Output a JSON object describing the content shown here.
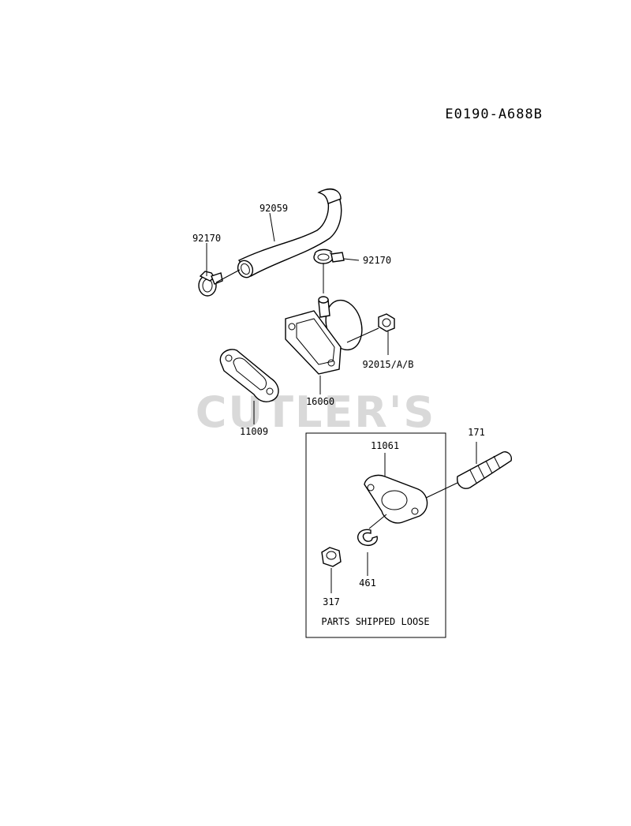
{
  "diagram_code": "E0190-A688B",
  "watermark": "CUTLER'S",
  "parts": [
    {
      "id": "hose",
      "label": "92059"
    },
    {
      "id": "clamp-left",
      "label": "92170"
    },
    {
      "id": "clamp-right",
      "label": "92170"
    },
    {
      "id": "nut-flange",
      "label": "92015/A/B"
    },
    {
      "id": "bracket",
      "label": "16060"
    },
    {
      "id": "gasket",
      "label": "11009"
    },
    {
      "id": "stud",
      "label": "171"
    },
    {
      "id": "loose-gasket",
      "label": "11061"
    },
    {
      "id": "nut",
      "label": "317"
    },
    {
      "id": "circlip",
      "label": "461"
    }
  ],
  "loose_box": {
    "caption": "PARTS SHIPPED LOOSE"
  }
}
